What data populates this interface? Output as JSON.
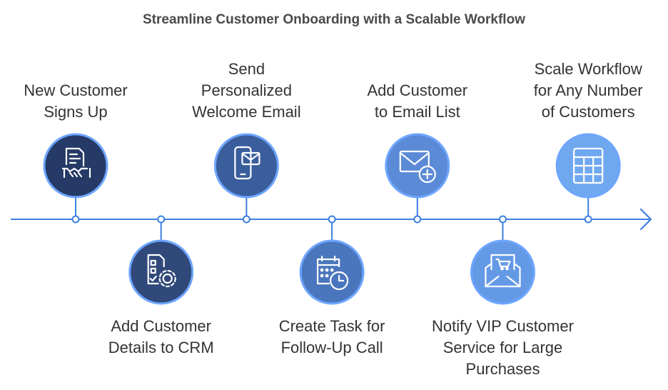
{
  "title": "Streamline Customer Onboarding with a Scalable Workflow",
  "colors": {
    "line": "#3d7fe0",
    "circle_fill": [
      "#253a66",
      "#30487a",
      "#3a5e9c",
      "#4a76bd",
      "#5b8ad6",
      "#6499e6",
      "#70a8f0"
    ],
    "circle_stroke": "#6ea6ff"
  },
  "steps": [
    {
      "lines": [
        "New Customer",
        "Signs Up"
      ],
      "position": "above",
      "icon": "contract-handshake-icon"
    },
    {
      "lines": [
        "Add Customer",
        "Details to CRM"
      ],
      "position": "below",
      "icon": "checklist-gear-icon"
    },
    {
      "lines": [
        "Send",
        "Personalized",
        "Welcome Email"
      ],
      "position": "above",
      "icon": "phone-mail-icon"
    },
    {
      "lines": [
        "Create Task for",
        "Follow-Up Call"
      ],
      "position": "below",
      "icon": "calendar-clock-icon"
    },
    {
      "lines": [
        "Add Customer",
        "to Email List"
      ],
      "position": "above",
      "icon": "mail-plus-icon"
    },
    {
      "lines": [
        "Notify VIP Customer",
        "Service for Large",
        "Purchases"
      ],
      "position": "below",
      "icon": "envelope-cart-icon"
    },
    {
      "lines": [
        "Scale Workflow",
        "for Any Number",
        "of Customers"
      ],
      "position": "above",
      "icon": "table-grid-icon"
    }
  ]
}
